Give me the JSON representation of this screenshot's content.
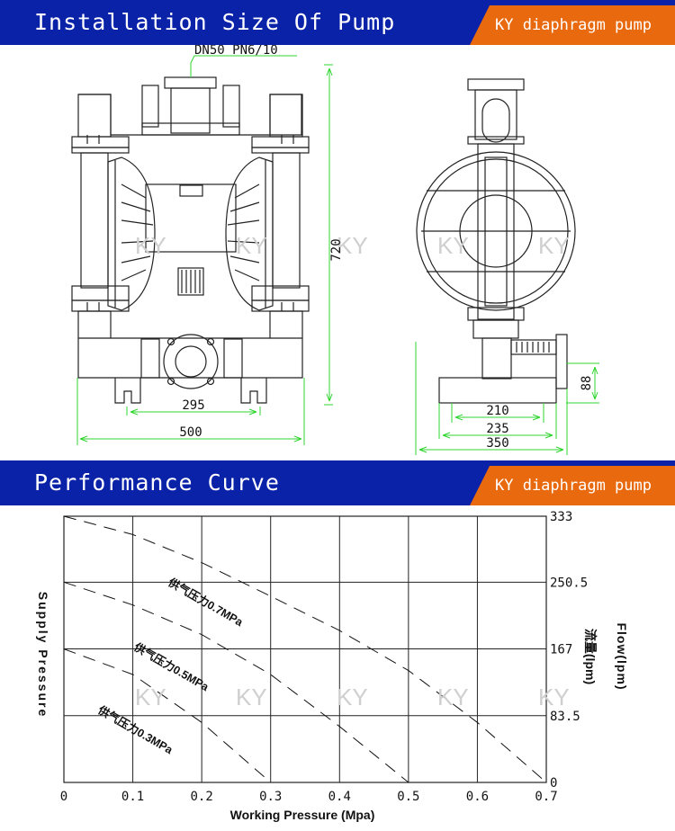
{
  "section1": {
    "title": "Installation Size Of Pump",
    "tag": "KY diaphragm pump"
  },
  "section2": {
    "title": "Performance Curve",
    "tag": "KY diaphragm pump"
  },
  "front_view": {
    "inlet_label": "DN50 PN6/10",
    "height_label": "720",
    "base_width_label": "295",
    "overall_width_label": "500"
  },
  "side_view": {
    "base_height_label": "88",
    "bolt_spacing_label": "210",
    "base_width_label": "235",
    "overall_depth_label": "350"
  },
  "watermark": "KY",
  "chart_data": {
    "type": "line",
    "xlabel": "Working Pressure (Mpa)",
    "xticks": [
      "0",
      "0.1",
      "0.2",
      "0.3",
      "0.4",
      "0.5",
      "0.6",
      "0.7"
    ],
    "xlim": [
      0,
      0.7
    ],
    "ylabel_left": "Supply Pressure",
    "ylabel_right": "Flow(lpm)",
    "ylabel_right_cn": "流量(lpm)",
    "yticks": [
      "0",
      "83.5",
      "167",
      "250.5",
      "333"
    ],
    "ylim": [
      0,
      333
    ],
    "grid": true,
    "series": [
      {
        "name": "供气压力0.7MPa",
        "x": [
          0,
          0.1,
          0.2,
          0.3,
          0.4,
          0.5,
          0.6,
          0.7
        ],
        "y": [
          333,
          310,
          275,
          233,
          190,
          140,
          75,
          0
        ]
      },
      {
        "name": "供气压力0.5MPa",
        "x": [
          0,
          0.1,
          0.2,
          0.3,
          0.4,
          0.5
        ],
        "y": [
          250.5,
          222,
          185,
          135,
          70,
          0
        ]
      },
      {
        "name": "供气压力0.3MPa",
        "x": [
          0,
          0.1,
          0.2,
          0.3
        ],
        "y": [
          167,
          135,
          75,
          0
        ]
      }
    ]
  }
}
